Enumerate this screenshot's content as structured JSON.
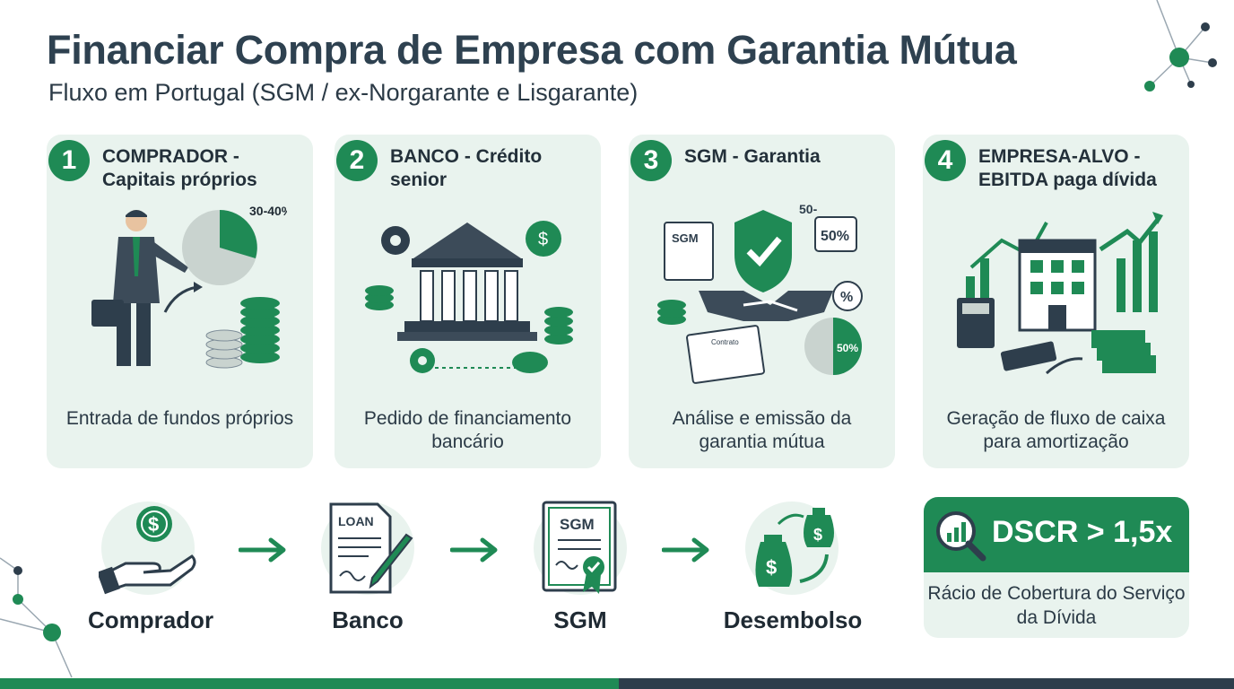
{
  "header": {
    "title": "Financiar Compra de Empresa com Garantia Mútua",
    "subtitle": "Fluxo em Portugal (SGM / ex-Norgarante e Lisgarante)"
  },
  "steps": [
    {
      "number": "1",
      "title": "COMPRADOR - Capitais próprios",
      "caption": "Entrada de fundos próprios",
      "art_label": "30-40%"
    },
    {
      "number": "2",
      "title": "BANCO - Crédito senior",
      "caption": "Pedido de financiamento bancário"
    },
    {
      "number": "3",
      "title": "SGM - Garantia",
      "caption": "Análise e emissão da garantia mútua",
      "art_labels": [
        "SGM",
        "50-",
        "50%",
        "%",
        "50%",
        "Contrato"
      ]
    },
    {
      "number": "4",
      "title": "EMPRESA-ALVO - EBITDA paga dívida",
      "caption": "Geração de fluxo de caixa para amortização"
    }
  ],
  "flow": [
    {
      "label": "Comprador",
      "icon": "hand-coin-icon"
    },
    {
      "label": "Banco",
      "icon": "loan-document-icon",
      "icon_text": "LOAN"
    },
    {
      "label": "SGM",
      "icon": "certificate-icon",
      "icon_text": "SGM"
    },
    {
      "label": "Desembolso",
      "icon": "money-bags-icon"
    }
  ],
  "kpi": {
    "value": "DSCR > 1,5x",
    "caption": "Rácio de Cobertura do Serviço da Dívida"
  },
  "colors": {
    "accent": "#1f8a55",
    "card_bg": "#e9f3ee",
    "dark": "#2e4150"
  }
}
